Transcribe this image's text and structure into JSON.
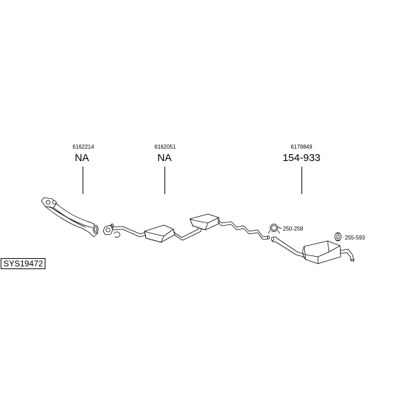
{
  "callouts": [
    {
      "ref": "6162214",
      "part": "NA"
    },
    {
      "ref": "6162051",
      "part": "NA"
    },
    {
      "ref": "6179849",
      "part": "154-933"
    }
  ],
  "fittings": [
    {
      "label": "250-258"
    },
    {
      "label": "255-593"
    }
  ],
  "system_code": "SYS19472"
}
